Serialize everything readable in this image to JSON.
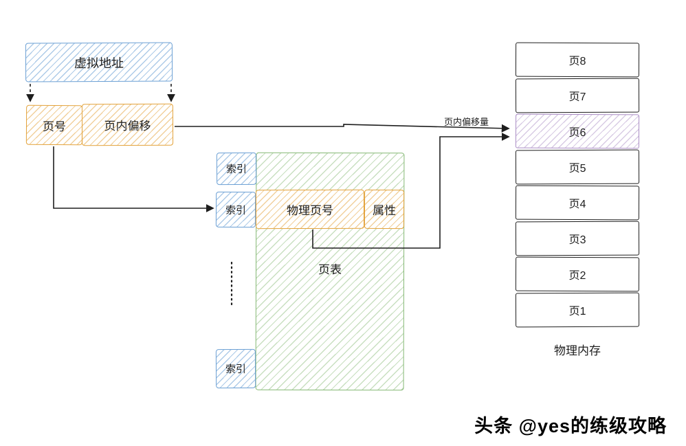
{
  "diagram": {
    "virtual_address_label": "虚拟地址",
    "page_number_label": "页号",
    "page_offset_label": "页内偏移",
    "index_labels": [
      "索引",
      "索引",
      "索引"
    ],
    "page_table_label": "页表",
    "physical_page_label": "物理页号",
    "attr_label": "属性",
    "offset_arrow_label": "页内偏移量",
    "physical_memory_label": "物理内存",
    "memory_pages": [
      "页8",
      "页7",
      "页6",
      "页5",
      "页4",
      "页3",
      "页2",
      "页1"
    ],
    "highlighted_page": "页6"
  },
  "watermark": "头条 @yes的练级攻略",
  "colors": {
    "blue": "#6a9fd4",
    "yellow": "#e3a23a",
    "green": "#84b873",
    "purple": "#a98bc4",
    "ink": "#1e1e1e",
    "background": "#ffffff"
  }
}
